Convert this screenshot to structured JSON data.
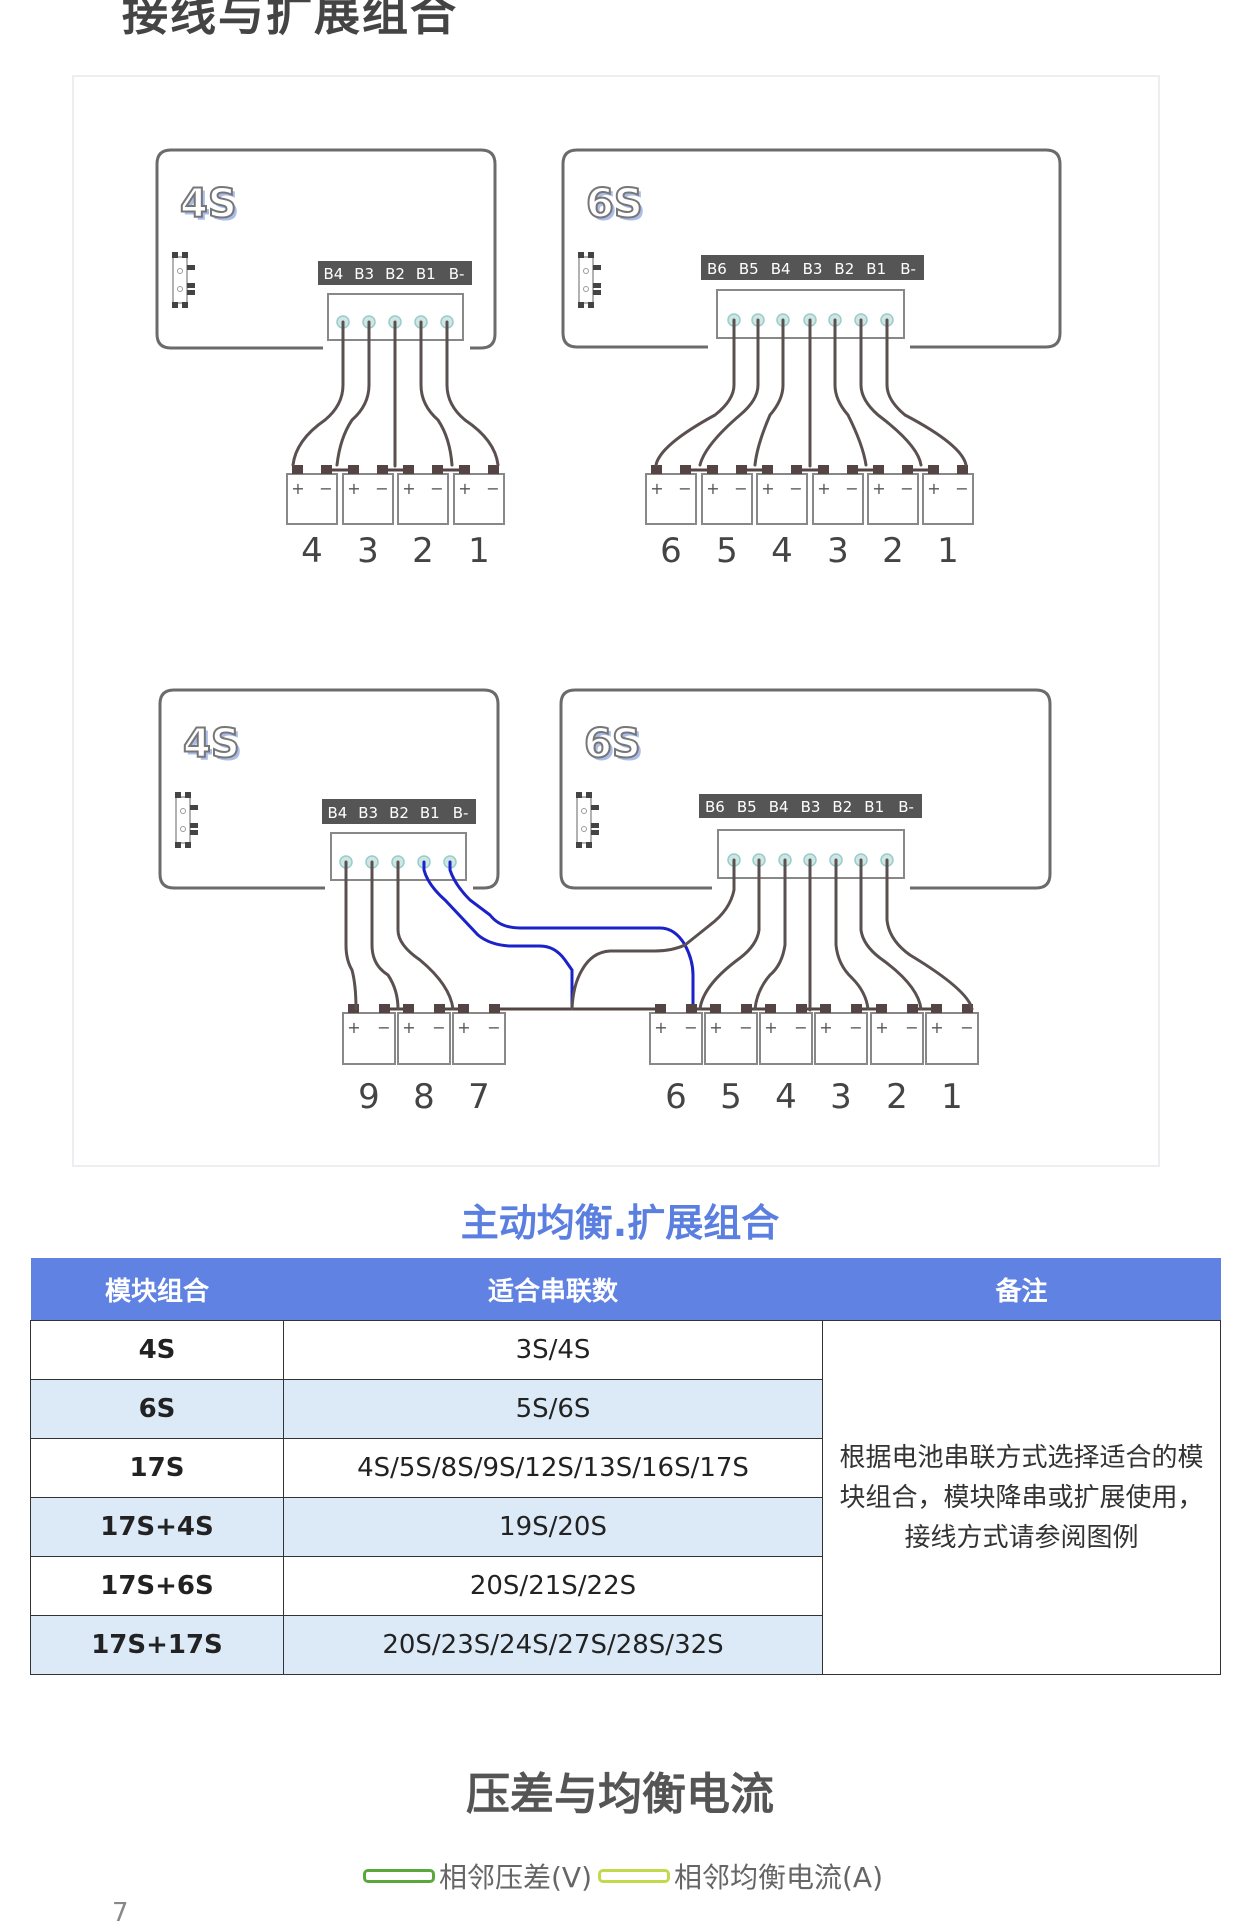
{
  "page": {
    "title": "接线与扩展组合",
    "page_number": "7"
  },
  "diagram": {
    "colors": {
      "wire": "#5a5050",
      "blue_wire": "#1a22c8",
      "frame": "#6b6b6b",
      "pin": "#cfe7e3",
      "label_bar": "#555555",
      "module_label": "#777777"
    },
    "top_row": {
      "modules": [
        {
          "id": "4s",
          "name": "4S",
          "pins": [
            "B4",
            "B3",
            "B2",
            "B1",
            "B-"
          ]
        },
        {
          "id": "6s",
          "name": "6S",
          "pins": [
            "B6",
            "B5",
            "B4",
            "B3",
            "B2",
            "B1",
            "B-"
          ]
        }
      ],
      "cell_groups": [
        {
          "labels": [
            "4",
            "3",
            "2",
            "1"
          ]
        },
        {
          "labels": [
            "6",
            "5",
            "4",
            "3",
            "2",
            "1"
          ]
        }
      ]
    },
    "bottom_row": {
      "modules": [
        {
          "id": "4s",
          "name": "4S",
          "pins": [
            "B4",
            "B3",
            "B2",
            "B1",
            "B-"
          ]
        },
        {
          "id": "6s",
          "name": "6S",
          "pins": [
            "B6",
            "B5",
            "B4",
            "B3",
            "B2",
            "B1",
            "B-"
          ]
        }
      ],
      "cell_groups": [
        {
          "labels": [
            "9",
            "8",
            "7"
          ]
        },
        {
          "labels": [
            "6",
            "5",
            "4",
            "3",
            "2",
            "1"
          ]
        }
      ]
    },
    "cell_terminals": {
      "plus": "+",
      "minus": "−"
    }
  },
  "combo_section": {
    "title": "主动均衡.扩展组合",
    "header_color": "#6082e3",
    "columns": [
      "模块组合",
      "适合串联数",
      "备注"
    ],
    "rows": [
      {
        "module": "4S",
        "series": "3S/4S"
      },
      {
        "module": "6S",
        "series": "5S/6S"
      },
      {
        "module": "17S",
        "series": "4S/5S/8S/9S/12S/13S/16S/17S"
      },
      {
        "module": "17S+4S",
        "series": "19S/20S"
      },
      {
        "module": "17S+6S",
        "series": "20S/21S/22S"
      },
      {
        "module": "17S+17S",
        "series": "20S/23S/24S/27S/28S/32S"
      }
    ],
    "note": "根据电池串联方式选择适合的模块组合，模块降串或扩展使用，接线方式请参阅图例"
  },
  "balance_section": {
    "title": "压差与均衡电流",
    "legend": [
      {
        "label": "相邻压差(V)",
        "color": "#5aa83c"
      },
      {
        "label": "相邻均衡电流(A)",
        "color": "#c3d94a"
      }
    ]
  }
}
